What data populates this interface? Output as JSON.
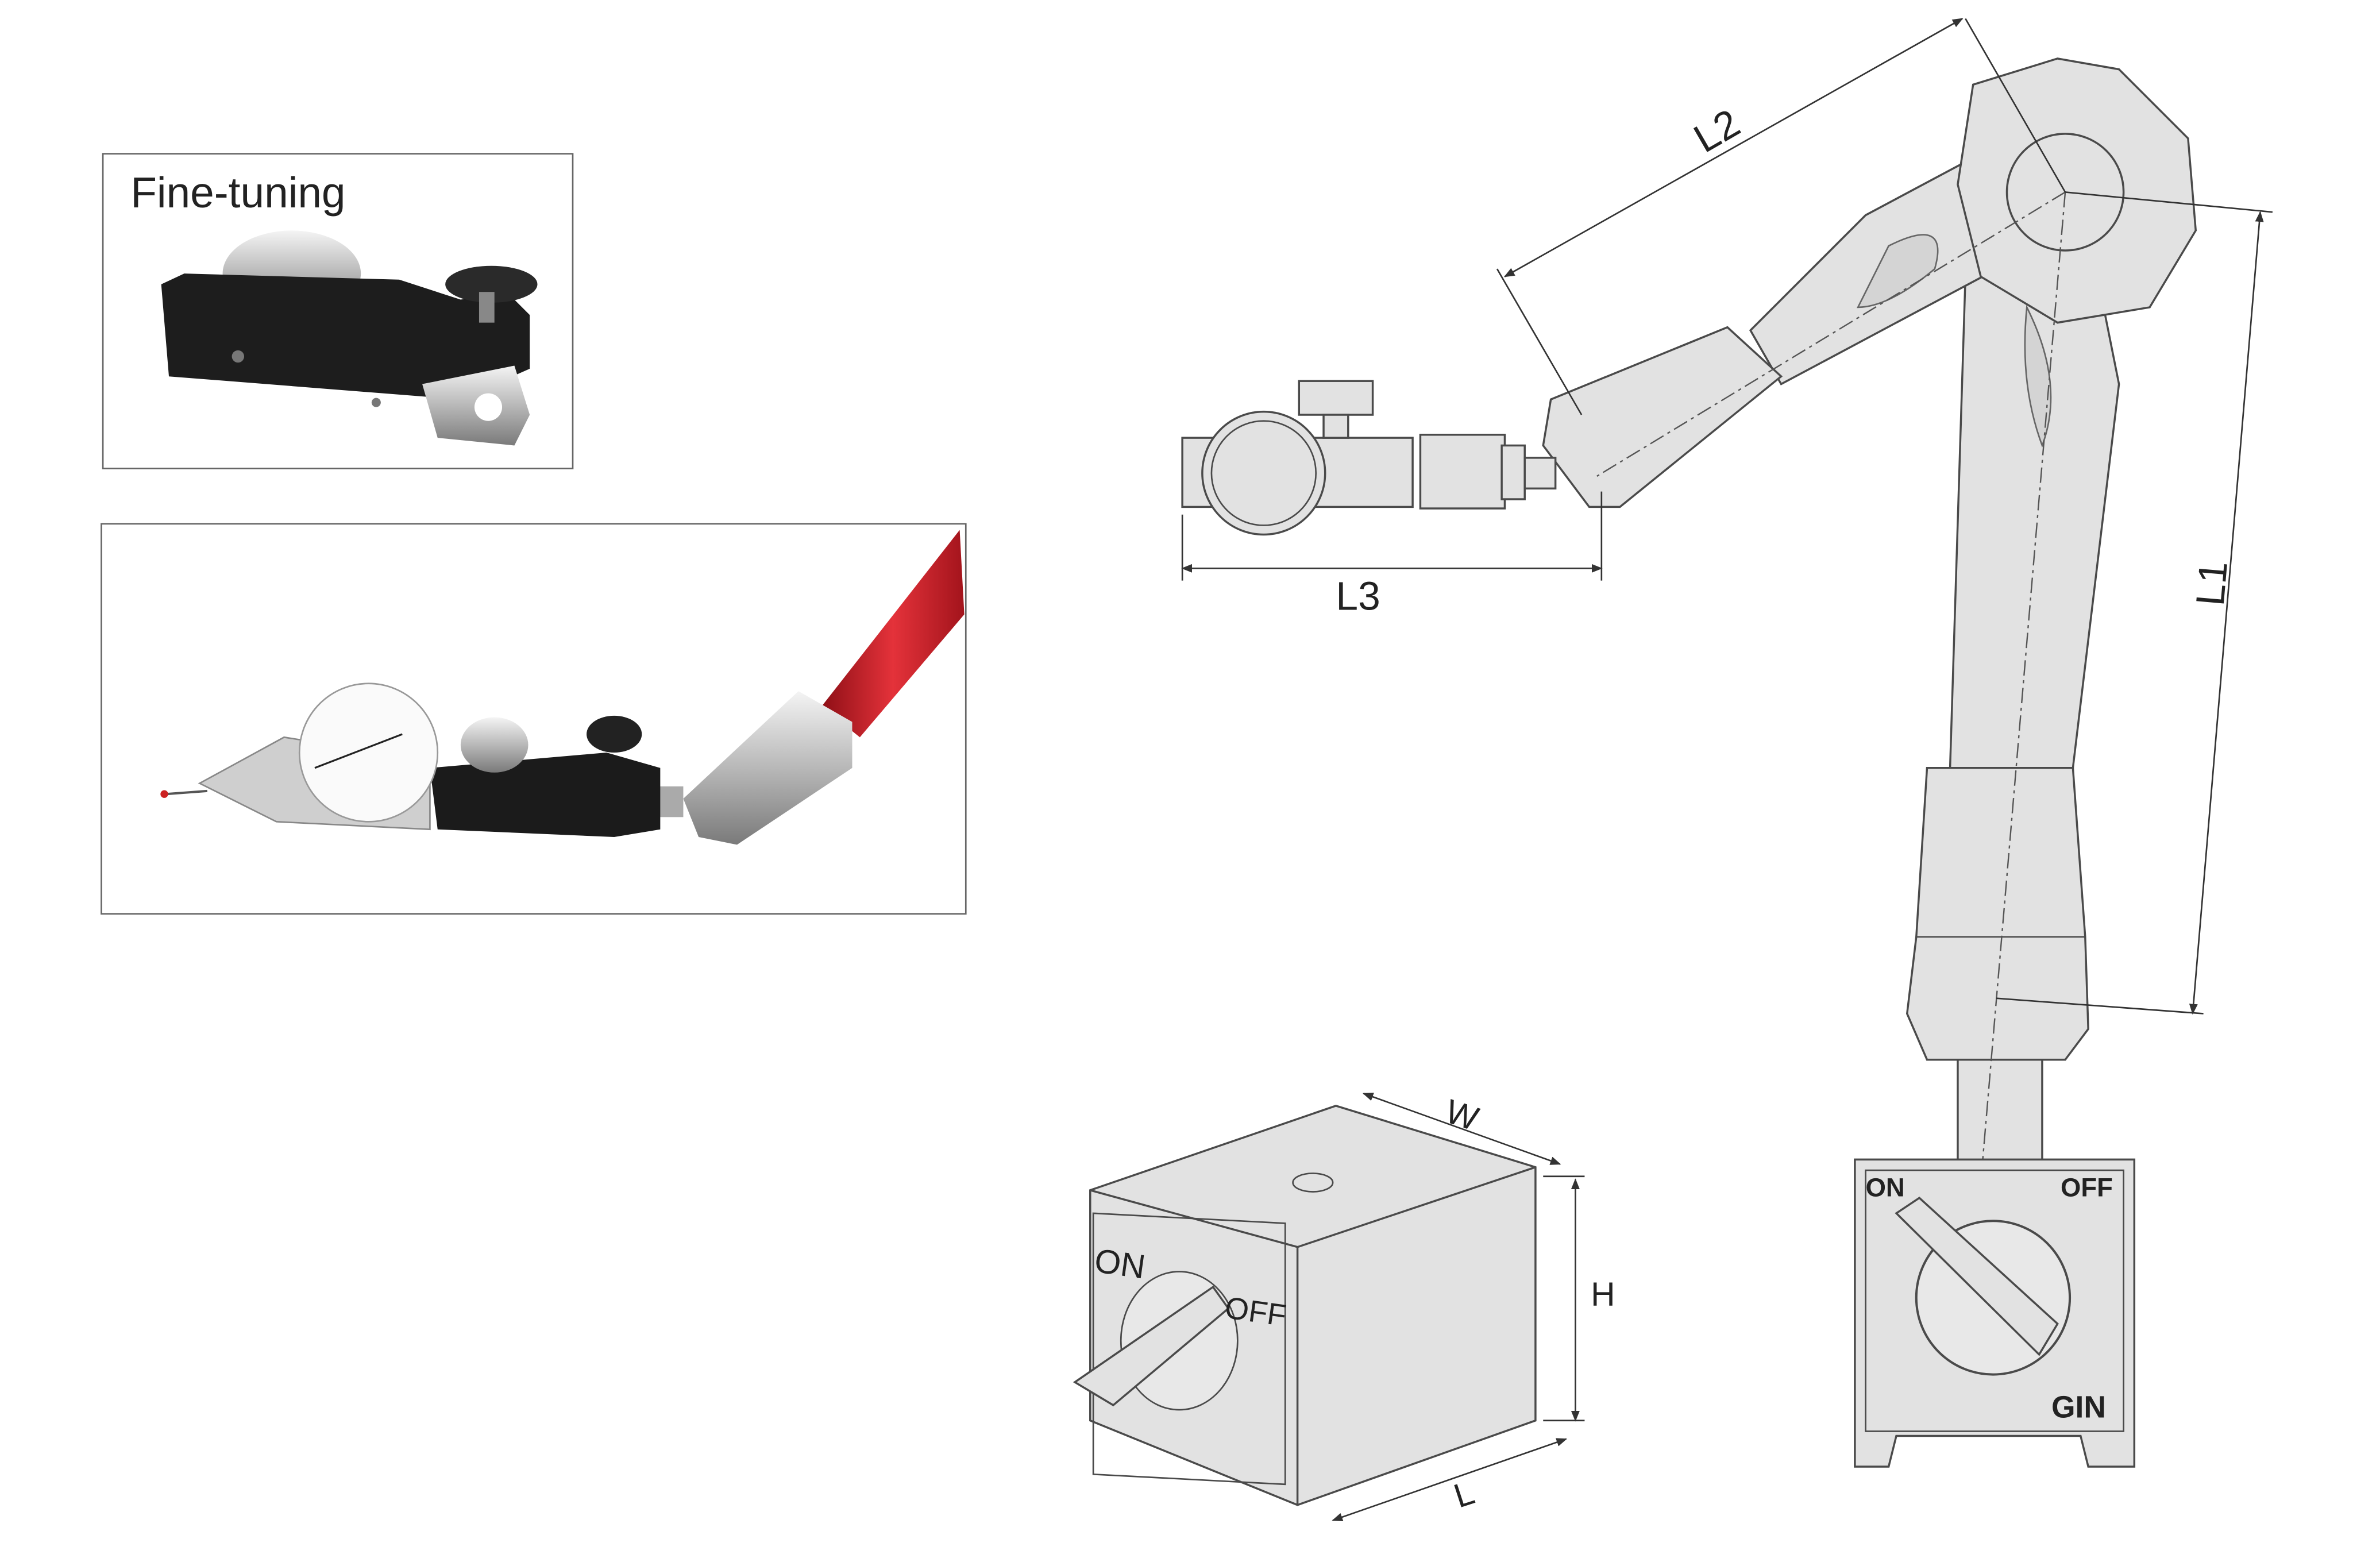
{
  "inset_top": {
    "title": "Fine-tuning"
  },
  "inset_bottom": {},
  "dimensions": {
    "l1": "L1",
    "l2": "L2",
    "l3": "L3",
    "w": "W",
    "h": "H",
    "l": "L"
  },
  "base_small": {
    "on": "ON",
    "off": "OFF"
  },
  "base_main": {
    "on": "ON",
    "off": "OFF",
    "brand": "GIN"
  },
  "colors": {
    "part_fill": "#e2e2e2",
    "outline": "#4a4a4a",
    "rod_red": "#d8202a"
  }
}
